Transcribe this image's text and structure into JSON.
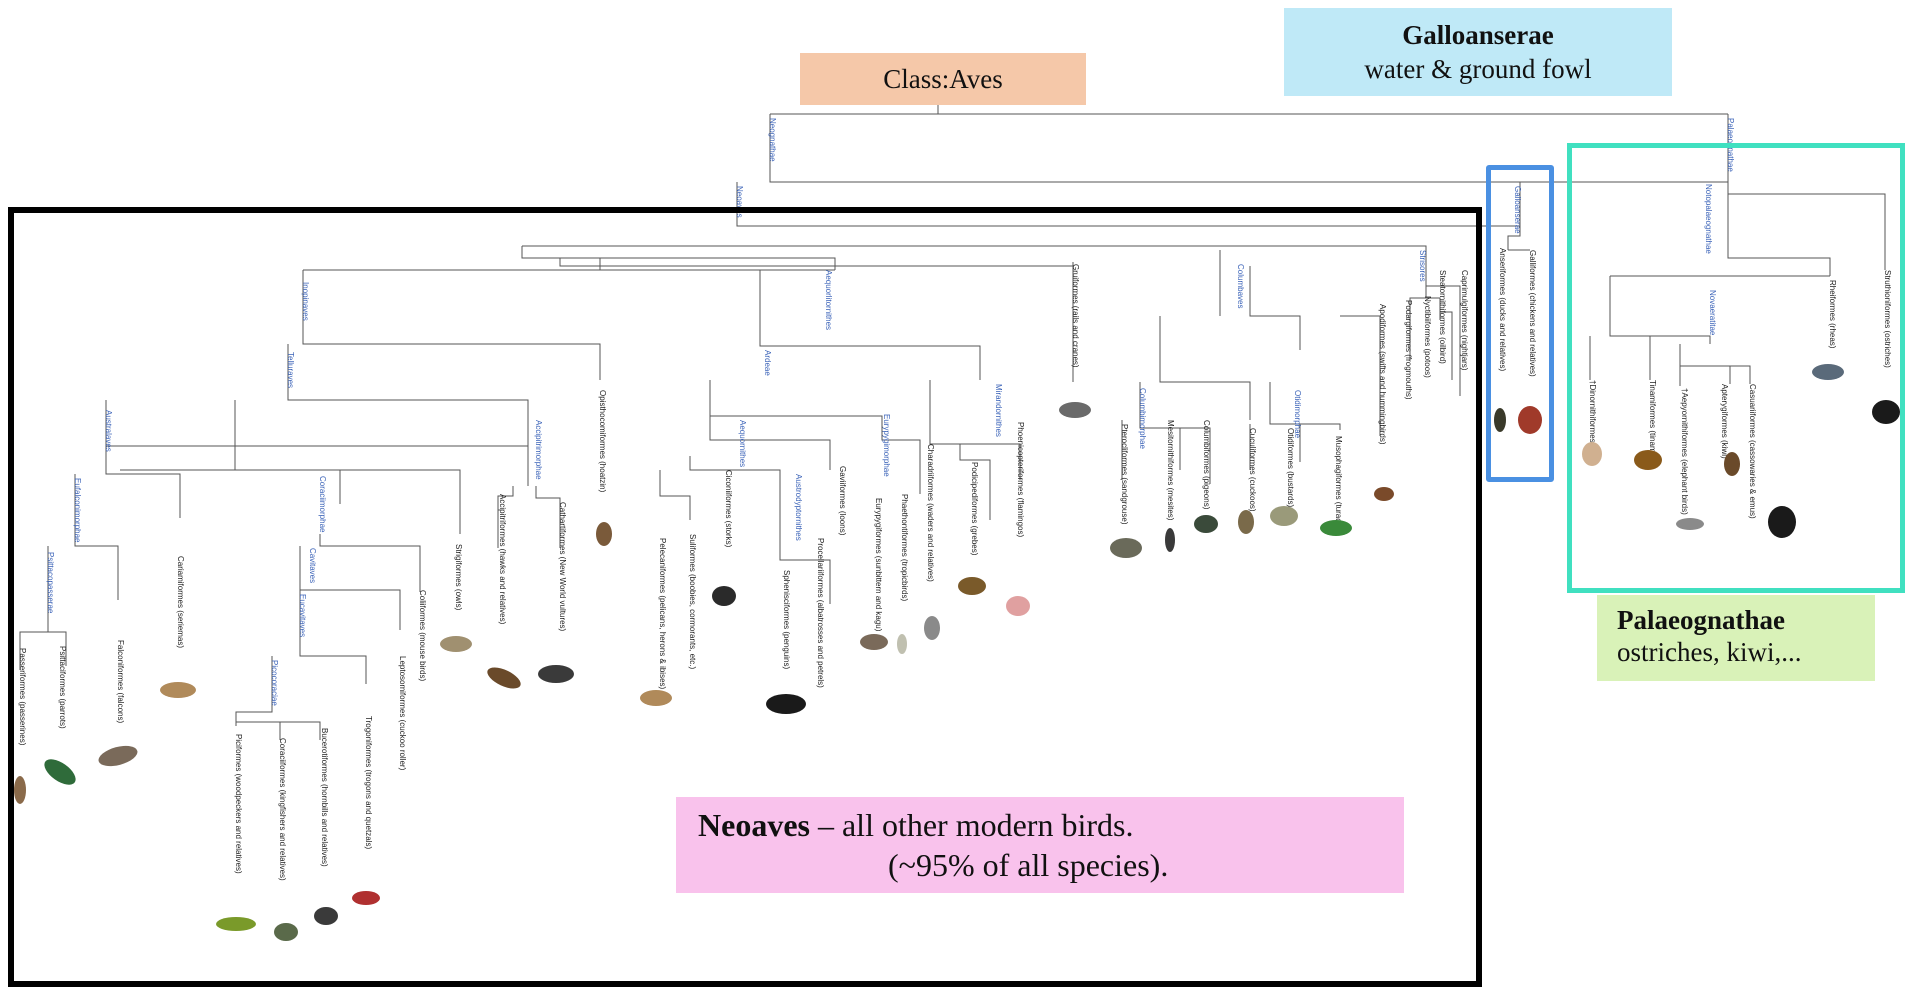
{
  "callouts": {
    "aves": "Class:Aves",
    "galloanserae_title": "Galloanserae",
    "galloanserae_sub": "water & ground fowl",
    "palaeognathae_title": "Palaeognathae",
    "palaeognathae_sub": "ostriches, kiwi,...",
    "neoaves_title": "Neoaves",
    "neoaves_sub": " – all other modern birds.",
    "neoaves_sub2": "(~95% of all species)."
  },
  "colors": {
    "aves_bg": "#f5c8a9",
    "galloanserae_bg": "#bfe9f7",
    "palaeognathae_bg": "#d9f2b8",
    "neoaves_bg": "#f9c2ec",
    "neoaves_frame": "#000000",
    "galloanserae_frame": "#4a90e2",
    "palaeognathae_frame": "#40e0c0",
    "clade_link": "#3b63b8"
  },
  "clades": {
    "neognathae": "Neognathae",
    "neoaves": "Neoaves",
    "inopinaves": "Inopinaves",
    "telluraves": "Telluraves",
    "australaves": "Australaves",
    "eufalconimorphae": "Eufalconimorphae",
    "psittacopasserae": "Psittacopasserae",
    "coraciimorphae": "Coraciimorphae",
    "cavitaves": "Cavitaves",
    "eucavitaves": "Eucavitaves",
    "picocoraciae": "Picocoraciae",
    "accipitrimorphae": "Accipitrimorphae",
    "aequornithes_group": "Aequorlitornithes",
    "ardeae": "Ardeae",
    "aequornithes": "Aequornithes",
    "austrodyptornithes": "Austrodyptornithes",
    "eurypygimorphae": "Eurypygimorphae",
    "mirandornithes": "Mirandornithes",
    "columbaves": "Columbaves",
    "columbimorphae": "Columbimorphae",
    "otidimorphae": "Otidimorphae",
    "strisores": "Strisores",
    "galloanserae": "Galloanserae",
    "palaeognathae": "Palaeognathae",
    "notopalaeognathae": "Notopalaeognathae",
    "novaeratitae": "Novaeratitae"
  },
  "orders": {
    "passeriformes": "Passeriformes (passerines)",
    "psittaciformes": "Psittaciformes (parrots)",
    "falconiformes": "Falconiformes (falcons)",
    "cariamiformes": "Cariamiformes (seriemas)",
    "piciformes": "Piciformes (woodpeckers and relatives)",
    "coraciiformes": "Coraciiformes (kingfishers and relatives)",
    "bucerotiformes": "Bucerotiformes (hornbills and relatives)",
    "trogoniformes": "Trogoniformes (trogons and quetzals)",
    "leptosomiformes": "Leptosomiformes (cuckoo roller)",
    "coliiformes": "Coliiformes (mouse birds)",
    "strigiformes": "Strigiformes (owls)",
    "accipitriformes": "Accipitriformes (hawks and relatives)",
    "cathartiformes": "Cathartiformes (New World vultures)",
    "opisthocomiformes": "Opisthocomiformes (hoatzin)",
    "pelecaniformes": "Pelecaniformes (pelicans, herons & ibises)",
    "suliformes": "Suliformes (boobies, cormorants, etc.)",
    "ciconiiformes": "Ciconiiformes (storks)",
    "sphenisciformes": "Sphenisciformes (penguins)",
    "procellariiformes": "Procellariiformes (albatrosses and petrels)",
    "gaviiformes": "Gaviiformes (loons)",
    "eurypygiformes": "Eurypygiformes (sunbittern and kagu)",
    "phaethontiformes": "Phaethontiformes (tropicbirds)",
    "charadriiformes": "Charadriiformes (waders and relatives)",
    "podicipediformes": "Podicipediformes (grebes)",
    "phoenicopteriformes": "Phoenicopteriformes (flamingos)",
    "gruiformes": "Gruiformes (rails and cranes)",
    "pterocliformes": "Pterocliformes (sandgrouse)",
    "mesitornithiformes": "Mesitornithiformes (mesites)",
    "columbiformes": "Columbiformes (pigeons)",
    "cuculiformes": "Cuculiformes (cuckoos)",
    "otidiformes": "Otidiformes (bustards)",
    "musophagiformes": "Musophagiformes (turacos)",
    "apodiformes": "Apodiformes (swifts and hummingbirds)",
    "podargiformes": "Podargiformes (frogmouths)",
    "nyctibiiformes": "Nyctibiiformes (potoos)",
    "steatornithiformes": "Steatornithiformes (oilbird)",
    "caprimulgiformes": "Caprimulgiformes (nightjars)",
    "anseriformes": "Anseriformes (ducks and relatives)",
    "galliformes": "Galliformes (chickens and relatives)",
    "dinornithiformes": "†Dinornithiformes (moa)",
    "tinamiformes": "Tinamiformes (tinamous)",
    "aepyornithiformes": "†Aepyornithiformes (elephant birds)",
    "apterygiformes": "Apterygiformes (kiwi)",
    "casuariiformes": "Casuariiformes (cassowaries & emus)",
    "rheiformes": "Rheiformes (rheas)",
    "struthioniformes": "Struthioniformes (ostriches)"
  }
}
